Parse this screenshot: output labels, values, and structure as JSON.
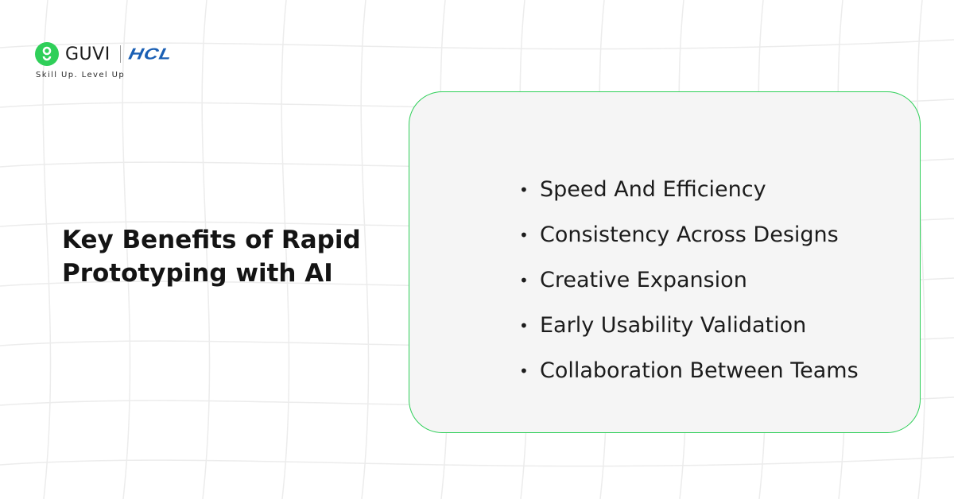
{
  "brand": {
    "name": "GUVI",
    "partner": "HCL",
    "tagline": "Skill Up. Level Up",
    "accent_color": "#2fcf59",
    "partner_color": "#1a5fb4",
    "logo_icon": "guvi-logo-icon"
  },
  "heading": {
    "line1": "Key Benefits of Rapid",
    "line2": "Prototyping with AI"
  },
  "benefits": [
    "Speed And Efficiency",
    "Consistency Across Designs",
    "Creative Expansion",
    "Early Usability Validation",
    "Collaboration Between Teams"
  ]
}
